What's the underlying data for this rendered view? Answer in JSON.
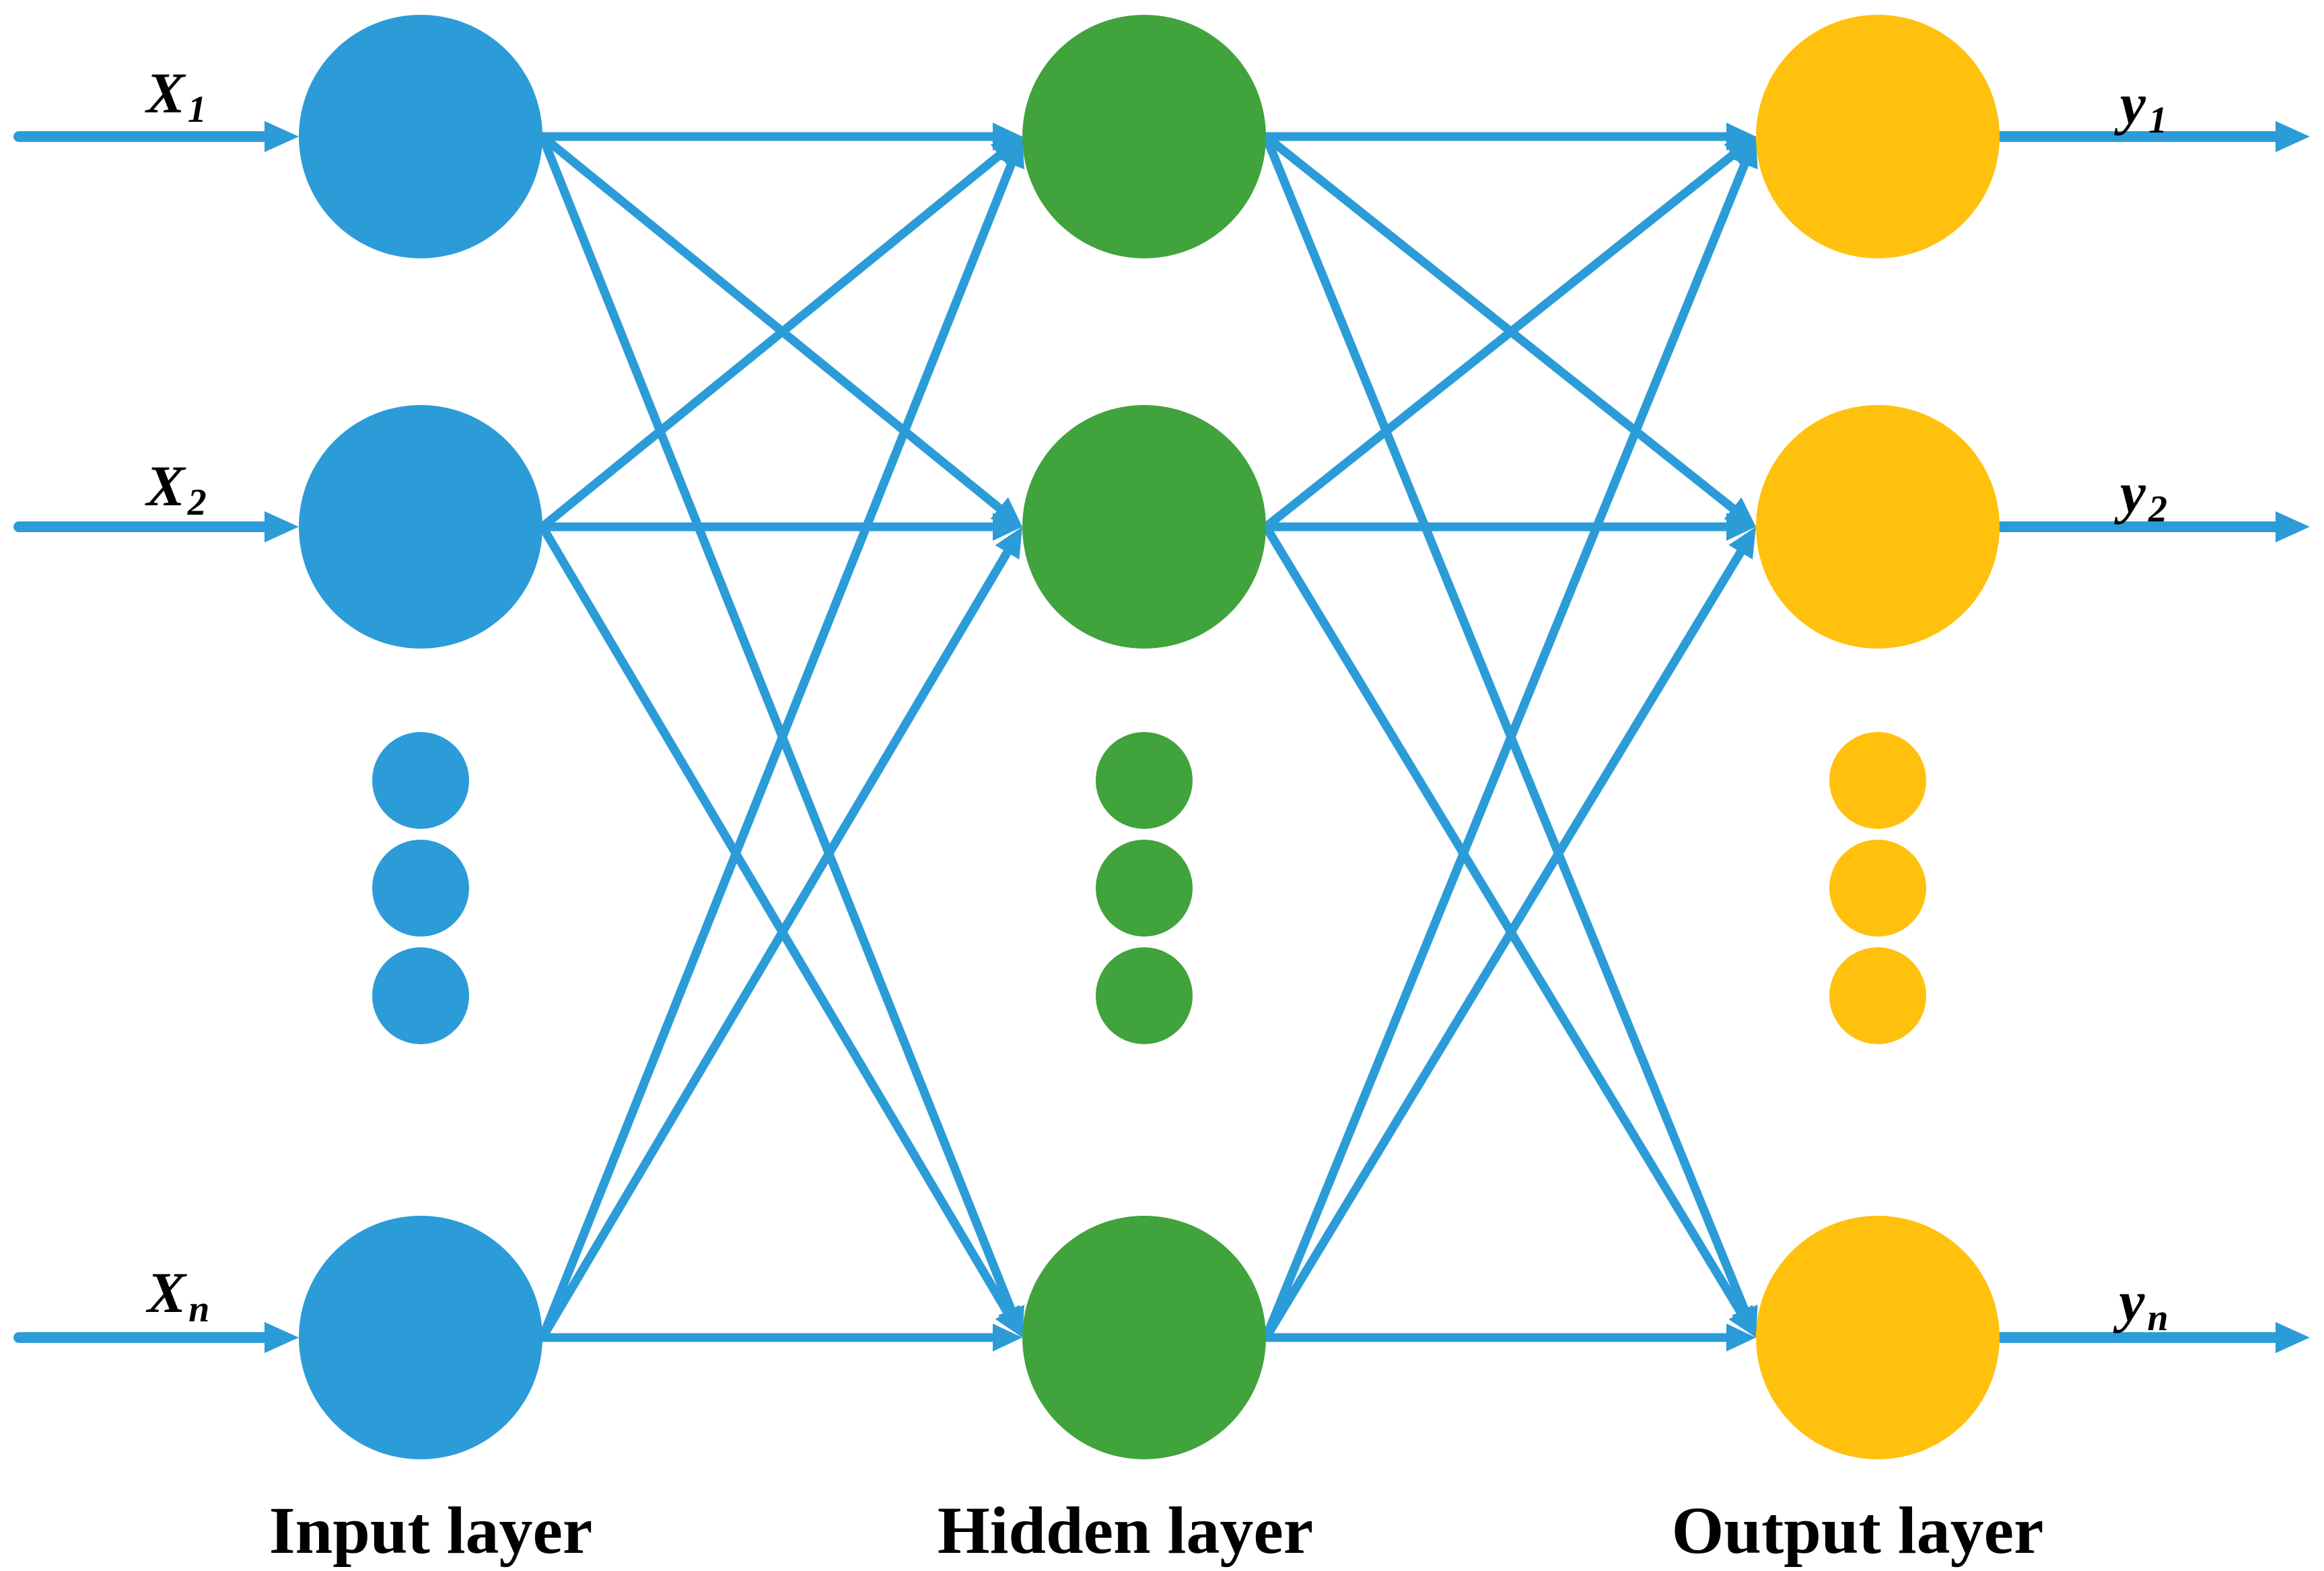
{
  "diagram": {
    "background_color": "#FFFFFF",
    "arrow_color": "#2B9CD8",
    "text_color": "#000000",
    "layers": [
      {
        "id": "input",
        "label": "Input layer",
        "node_color": "#2B9CD8",
        "big_nodes": 3,
        "ellipsis_dots": 3
      },
      {
        "id": "hidden",
        "label": "Hidden layer",
        "node_color": "#40A33C",
        "big_nodes": 3,
        "ellipsis_dots": 3
      },
      {
        "id": "output",
        "label": "Output layer",
        "node_color": "#FFC10D",
        "big_nodes": 3,
        "ellipsis_dots": 3
      }
    ],
    "input_arrow_labels": [
      {
        "base": "X",
        "sub": "1"
      },
      {
        "base": "X",
        "sub": "2"
      },
      {
        "base": "X",
        "sub": "n"
      }
    ],
    "output_arrow_labels": [
      {
        "base": "y",
        "sub": "1"
      },
      {
        "base": "y",
        "sub": "2"
      },
      {
        "base": "y",
        "sub": "n"
      }
    ]
  }
}
